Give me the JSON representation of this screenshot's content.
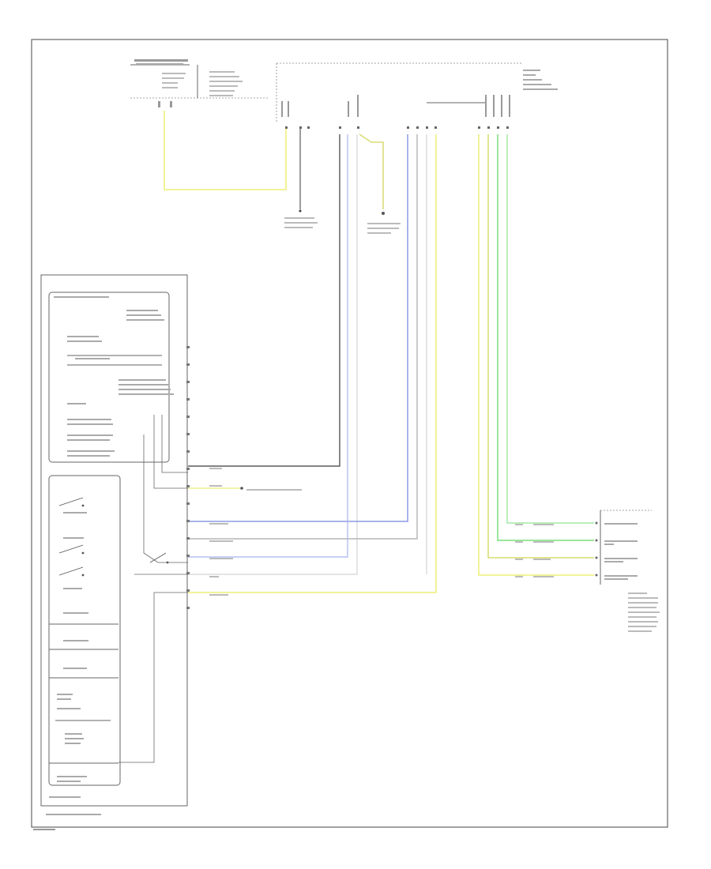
{
  "colors": {
    "black": "#3a3a3a",
    "grey": "#a8a8a8",
    "white": "#d4d4d4",
    "yellow": "#eeee77",
    "yellow_green": "#d8dc70",
    "blue": "#8c9ae6",
    "light_blue": "#a8b4ec",
    "green": "#79dd79",
    "light_green": "#a6e8a6",
    "frame": "#444444"
  },
  "icons": [
    "switch-symbol",
    "connector-pin",
    "ground-symbol"
  ]
}
